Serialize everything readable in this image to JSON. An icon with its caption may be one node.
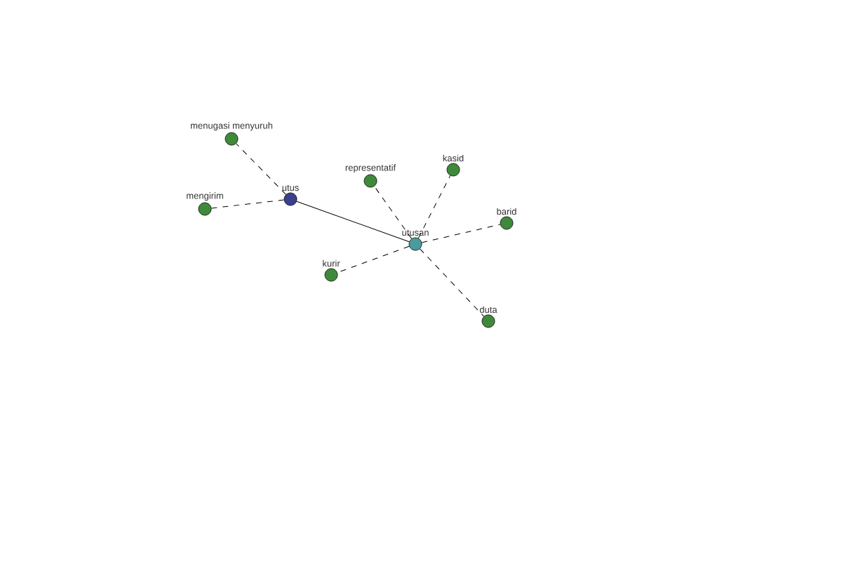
{
  "diagram": {
    "nodes": [
      {
        "text": [
          "utus"
        ]
      },
      {
        "text": [
          "utusan"
        ]
      },
      {
        "text": [
          "menugasi menyuruh"
        ]
      },
      {
        "text": [
          "mengirim"
        ]
      },
      {
        "text": [
          "representatif"
        ]
      },
      {
        "text": [
          "kasid"
        ]
      },
      {
        "text": [
          "barid"
        ]
      },
      {
        "text": [
          "kurir"
        ]
      },
      {
        "text": [
          "duta"
        ]
      }
    ],
    "edges": [
      {
        "from": 0,
        "to": 1,
        "arrow": "none"
      },
      {
        "from": 0,
        "to": 2,
        "arrow": "none",
        "style": "dashed"
      },
      {
        "from": 0,
        "to": 3,
        "arrow": "none",
        "style": "dashed"
      },
      {
        "from": 1,
        "to": 4,
        "arrow": "none",
        "style": "dashed"
      },
      {
        "from": 1,
        "to": 5,
        "arrow": "none",
        "style": "dashed"
      },
      {
        "from": 1,
        "to": 6,
        "arrow": "none",
        "style": "dashed"
      },
      {
        "from": 1,
        "to": 7,
        "arrow": "none",
        "style": "dashed"
      },
      {
        "from": 1,
        "to": 8,
        "arrow": "none",
        "style": "dashed"
      }
    ]
  }
}
